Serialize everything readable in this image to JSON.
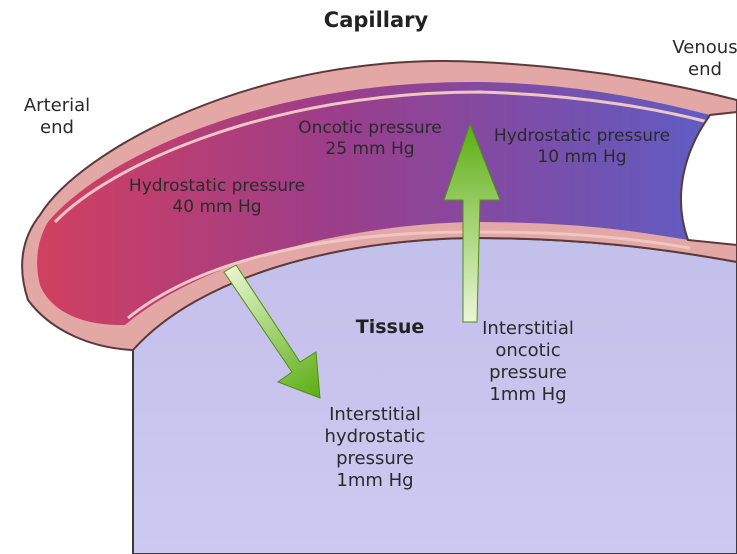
{
  "title": "Capillary",
  "ends": {
    "arterial": [
      "Arterial",
      "end"
    ],
    "venous": [
      "Venous",
      "end"
    ]
  },
  "tissue_label": "Tissue",
  "pressures": {
    "oncotic": [
      "Oncotic pressure",
      "25 mm Hg"
    ],
    "hydrostatic_arterial": [
      "Hydrostatic pressure",
      "40 mm Hg"
    ],
    "hydrostatic_venous": [
      "Hydrostatic pressure",
      "10 mm Hg"
    ],
    "interstitial_oncotic": [
      "Interstitial",
      "oncotic",
      "pressure",
      "1mm Hg"
    ],
    "interstitial_hydrostatic": [
      "Interstitial",
      "hydrostatic",
      "pressure",
      "1mm Hg"
    ]
  },
  "colors": {
    "arterial_blood": "#d8405a",
    "venous_blood": "#5a5fc8",
    "vessel_wall": "#e3a7a5",
    "tissue": "#c6c2ec",
    "arrow": "#6fc21e"
  },
  "icons": [
    "arrow-into-tissue",
    "arrow-into-capillary"
  ]
}
